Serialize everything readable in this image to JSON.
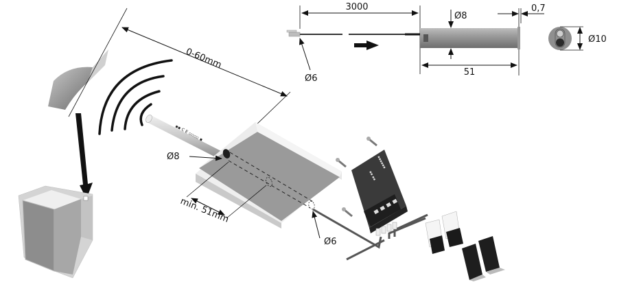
{
  "diagram": {
    "type": "installation-diagram",
    "subject": "magnetic contact sensor with door/lid and control module",
    "dimensions": {
      "cable_length": "3000",
      "sensor_diameter": "Ø8",
      "sensor_length": "51",
      "flange_thickness": "0,7",
      "flange_diameter": "Ø10",
      "connector_diameter_top": "Ø6",
      "magnet_gap": "0-60mm",
      "drill_diameter": "Ø8",
      "min_drill_depth": "min. 51mm",
      "cable_hole_diameter": "Ø6"
    },
    "colors": {
      "line": "#111111",
      "body_grey": "#8c8c8c",
      "light_grey": "#d9d9d9",
      "dark": "#2a2a2a"
    }
  }
}
